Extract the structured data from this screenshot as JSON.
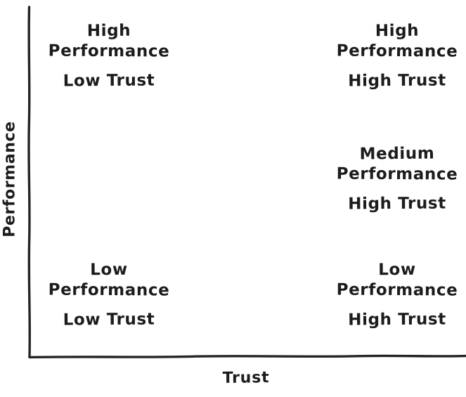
{
  "chart_data": {
    "type": "scatter",
    "title": "",
    "subtitle": "",
    "xlabel": "Trust",
    "ylabel": "Performance",
    "grid": false,
    "legend": null,
    "axis_style": "hand-drawn",
    "background_color": "#ffffff",
    "ink_color": "#1c1c1c",
    "xlim": [
      "Low",
      "High"
    ],
    "ylim": [
      "Low",
      "High"
    ],
    "annotations": [
      {
        "id": "high-performance-low-trust",
        "level": "High",
        "metric": "Performance",
        "trust": "Low Trust",
        "quadrant": "top-left",
        "x": 155,
        "y": 47
      },
      {
        "id": "high-performance-high-trust",
        "level": "High",
        "metric": "Performance",
        "trust": "High Trust",
        "quadrant": "top-right",
        "x": 565,
        "y": 47
      },
      {
        "id": "medium-performance-high-trust",
        "level": "Medium",
        "metric": "Performance",
        "trust": "High Trust",
        "quadrant": "middle-right",
        "x": 565,
        "y": 222
      },
      {
        "id": "low-performance-low-trust",
        "level": "Low",
        "metric": "Performance",
        "trust": "Low Trust",
        "quadrant": "bottom-left",
        "x": 155,
        "y": 387
      },
      {
        "id": "low-performance-high-trust",
        "level": "Low",
        "metric": "Performance",
        "trust": "High Trust",
        "quadrant": "bottom-right",
        "x": 565,
        "y": 387
      }
    ]
  },
  "axes": {
    "y_label": "Performance",
    "x_label": "Trust"
  }
}
